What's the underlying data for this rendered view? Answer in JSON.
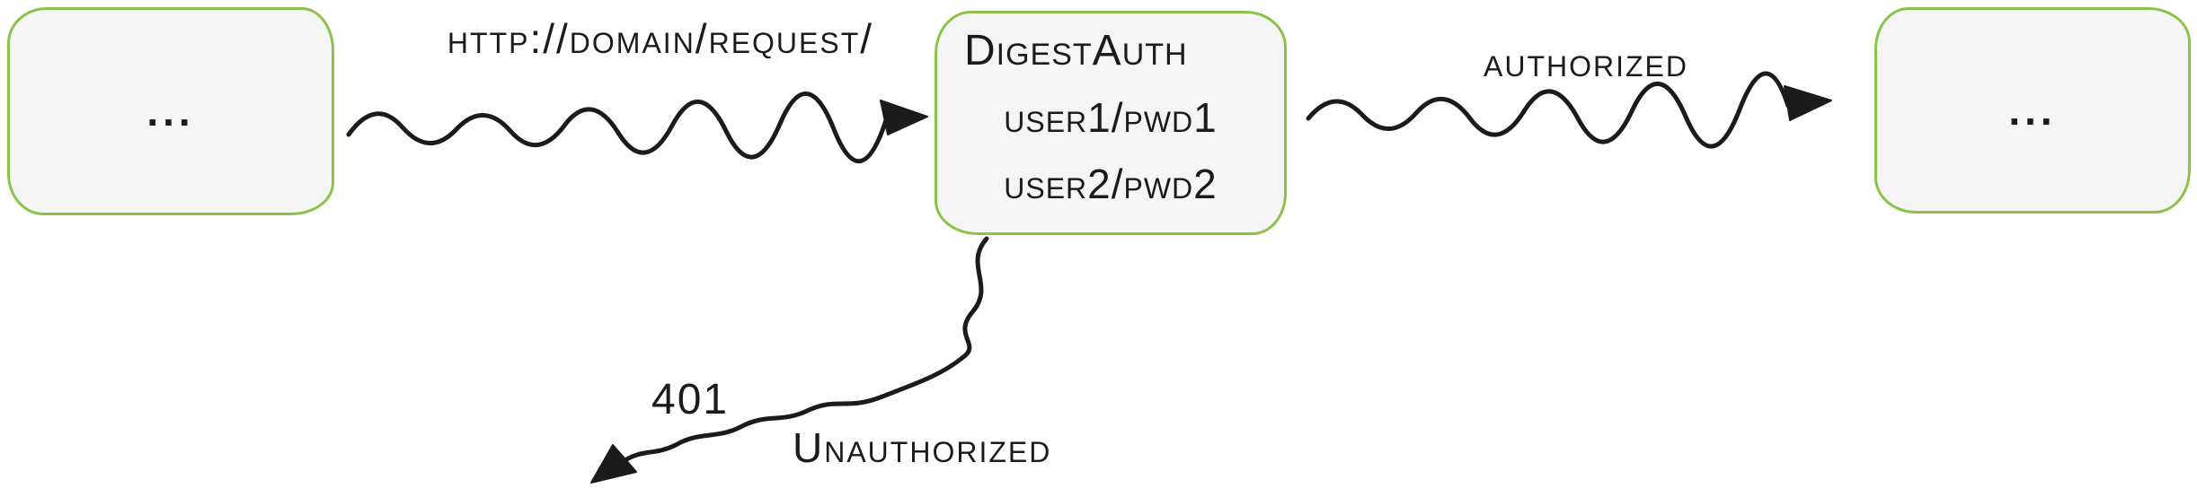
{
  "diagram": {
    "nodes": {
      "left": {
        "label": "..."
      },
      "auth": {
        "title": "DigestAuth",
        "credentials": [
          "user1/pwd1",
          "user2/pwd2"
        ]
      },
      "right": {
        "label": "..."
      }
    },
    "edges": {
      "request": {
        "label": "http://domain/request/"
      },
      "authorized": {
        "label": "authorized"
      },
      "unauthorized": {
        "code": "401",
        "label": "Unauthorized"
      }
    },
    "colors": {
      "node_border": "#8bc34a",
      "node_fill": "#f5f5f5",
      "ink": "#1b1b1b"
    }
  }
}
